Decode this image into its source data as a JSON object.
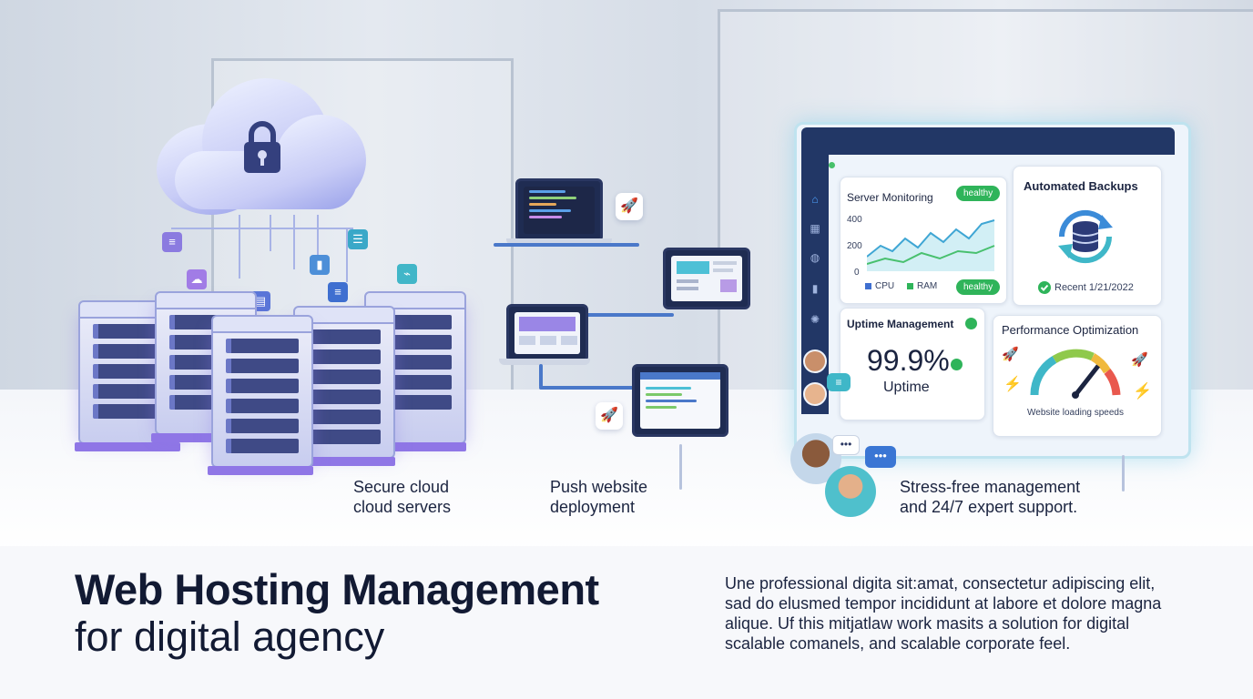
{
  "headline": {
    "bold": "Web Hosting Management",
    "light": "for digital agency"
  },
  "description": "Une professional digita sit:amat, consectetur adipiscing elit,\nsad do elusmed tempor incididunt at labore et dolore magna\nalique. Uf this mitjatlaw work masits a solution for digital\nscalable comanels, and scalable corporate feel.",
  "captions": {
    "servers": "Secure cloud\ncloud servers",
    "deployment": "Push website\ndeployment",
    "support": "Stress-free management\nand 24/7 expert support."
  },
  "dashboard": {
    "server_monitoring": {
      "title": "Server Monitoring",
      "status": "healthy",
      "status_bottom": "healthy",
      "y_ticks": [
        "400",
        "200",
        "0"
      ],
      "legend": [
        "CPU",
        "RAM"
      ]
    },
    "backups": {
      "title": "Automated Backups",
      "recent": "Recent 1/21/2022"
    },
    "uptime": {
      "title": "Uptime Management",
      "value": "99.9%",
      "label": "Uptime"
    },
    "performance": {
      "title": "Performance Optimization",
      "label": "Website loading speeds"
    }
  },
  "colors": {
    "navy": "#223766",
    "accent_blue": "#4a78c9",
    "healthy_green": "#2fb45a",
    "cloud_purple": "#8f76e6",
    "glow_teal": "#6fd0e6"
  },
  "icons": [
    "lock-icon",
    "rocket-icon",
    "database-sync-icon",
    "speed-gauge-icon",
    "chat-bubble-icon",
    "checkmark-icon",
    "home-icon"
  ]
}
